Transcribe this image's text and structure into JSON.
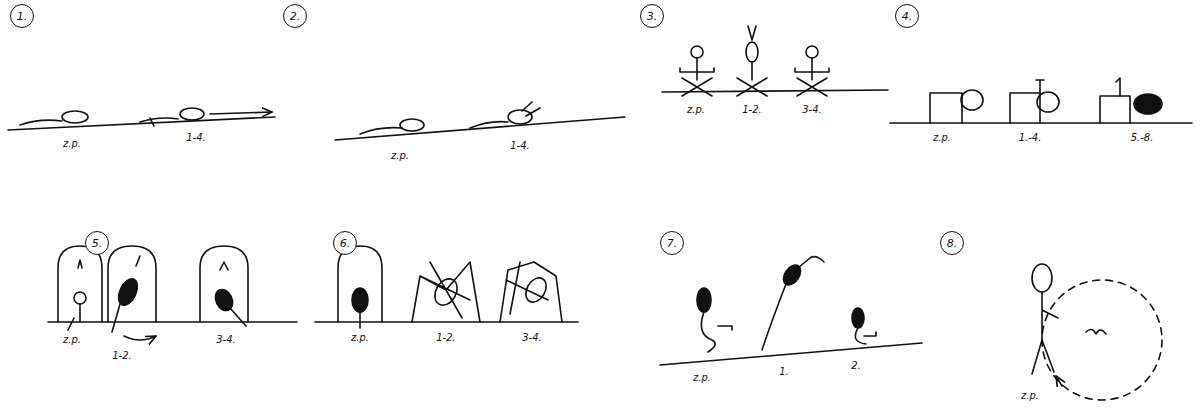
{
  "diagram": {
    "nodes": [
      {
        "text": [
          "1."
        ]
      },
      {
        "text": [
          "2."
        ]
      },
      {
        "text": [
          "3."
        ]
      },
      {
        "text": [
          "4."
        ]
      },
      {
        "text": [
          "5."
        ]
      },
      {
        "text": [
          "6."
        ]
      },
      {
        "text": [
          "7."
        ]
      },
      {
        "text": [
          "8."
        ]
      }
    ],
    "labels": [
      "z.p.",
      "1-4.",
      "z.p.",
      "1-4.",
      "z.p.",
      "1-2.",
      "3-4.",
      "z.p.",
      "1.-4.",
      "5.-8.",
      "z.p.",
      "1-2.",
      "3-4.",
      "z.p.",
      "1-2.",
      "3-4.",
      "z.p.",
      "1.",
      "2.",
      "z.p."
    ]
  }
}
